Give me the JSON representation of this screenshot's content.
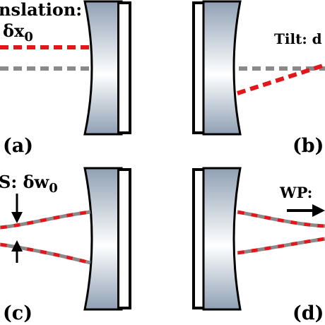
{
  "panels": {
    "a": {
      "label": "(a)",
      "annotation_line1": "nslation:",
      "annotation_sym": "δx",
      "annotation_sub": "0"
    },
    "b": {
      "label": "(b)",
      "annotation": "Tilt: d"
    },
    "c": {
      "label": "(c)",
      "annotation_prefix": "S: ",
      "annotation_sym": "δw",
      "annotation_sub": "0"
    },
    "d": {
      "label": "(d)",
      "annotation": "WP: "
    }
  },
  "colors": {
    "beam_red": "#e3161b",
    "beam_gray": "#8a8a8a",
    "mirror_edge": "#000000",
    "mirror_glass_dark": "#8fa0b3",
    "mirror_glass_light": "#ffffff"
  }
}
